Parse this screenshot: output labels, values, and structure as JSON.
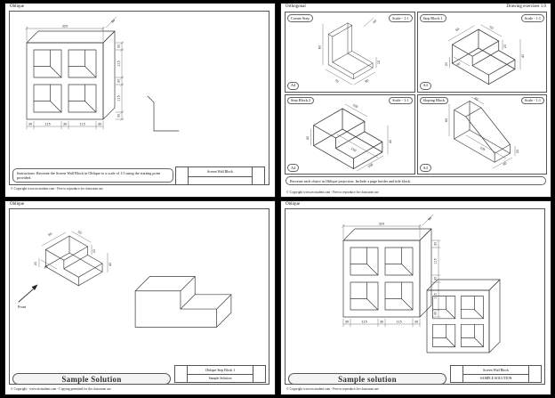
{
  "window": {
    "background": "#000000",
    "page_background": "#ffffff",
    "line_color": "#3c3c3c",
    "pill_fill": "#f4f4f4"
  },
  "pages": {
    "p1": {
      "header": "Oblique",
      "instructions": "Instructions: Recreate the Screen Wall Block in Oblique to a scale of 1:5 using the starting point provided.",
      "title_block": {
        "row1": "Screen Wall Block",
        "row2": ""
      },
      "footer": "© Copyright www.tecstudent.com - Free to reproduce for classroom use",
      "dims": {
        "width": "320",
        "depth": "90",
        "v_chain": [
          "30",
          "115",
          "30",
          "115",
          "30"
        ],
        "h_chain": [
          "30",
          "115",
          "30",
          "115",
          "30"
        ]
      }
    },
    "p2": {
      "header_left": "Orthogonal",
      "header_right": "Drawing exercises 1.0",
      "instructions": "Recreate each object in Oblique projection. Include a page border and title block.",
      "footer": "© Copyright www.tecstudent.com - Free to reproduce for classroom use",
      "panels": [
        {
          "label": "Corner Step",
          "scale": "Scale - 1:1",
          "sheet": "A4",
          "dims": {
            "d1": "40",
            "d2": "80",
            "d3": "15",
            "d4": "70",
            "d5": "90"
          }
        },
        {
          "label": "Step Block 1",
          "scale": "Scale - 1:1",
          "sheet": "A4",
          "dims": {
            "d1": "65",
            "d2": "50",
            "d3": "20",
            "d4": "40",
            "d5": "20",
            "d6": "40"
          }
        },
        {
          "label": "Step Block 2",
          "scale": "Scale - 1:1",
          "sheet": "A4",
          "dims": {
            "d1": "40",
            "d2": "105",
            "d3": "40",
            "d4": "150",
            "d5": "100"
          }
        },
        {
          "label": "Sloping Block",
          "scale": "Scale - 1:1",
          "sheet": "A4",
          "dims": {
            "d1": "65",
            "d2": "40",
            "d3": "105",
            "d4": "20",
            "d5": "40"
          }
        }
      ]
    },
    "p3": {
      "header": "Oblique",
      "front_label": "Front",
      "sample_label": "Sample Solution",
      "title_block": {
        "row1": "Oblique Step Block 1",
        "row2": "Sample Solution"
      },
      "footer": "© Copyright - www.tecstudent.com - Copying permitted for the classroom use",
      "dims": {
        "d1": "65",
        "d2": "50",
        "d3": "20",
        "d4": "40",
        "d5": "20",
        "d6": "40"
      }
    },
    "p4": {
      "header": "Oblique",
      "sample_label": "Sample solution",
      "title_block": {
        "row1": "Screen Wall Block",
        "row2": "SAMPLE SOLUTION"
      },
      "footer": "© Copyright www.tecstudent.com - Free to reproduce for classroom use",
      "dims": {
        "width": "320",
        "depth": "90",
        "v_chain": [
          "30",
          "115",
          "30",
          "115",
          "30"
        ],
        "h_chain": [
          "30",
          "115",
          "30",
          "115",
          "30"
        ]
      }
    }
  }
}
